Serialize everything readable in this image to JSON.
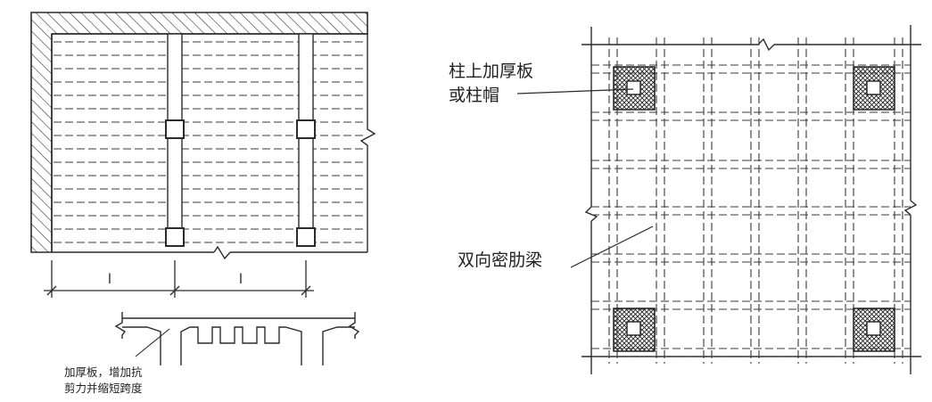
{
  "left_figure": {
    "dimension_labels": [
      "l",
      "l"
    ],
    "note_lines": [
      "加厚板，增加抗",
      "剪力并缩短跨度"
    ]
  },
  "right_figure": {
    "label_capital_lines": [
      "柱上加厚板",
      "或柱帽"
    ],
    "label_ribs": "双向密肋梁"
  },
  "colors": {
    "line": "#2b2b2b",
    "hatch": "#3a3a3a",
    "background": "#ffffff"
  }
}
